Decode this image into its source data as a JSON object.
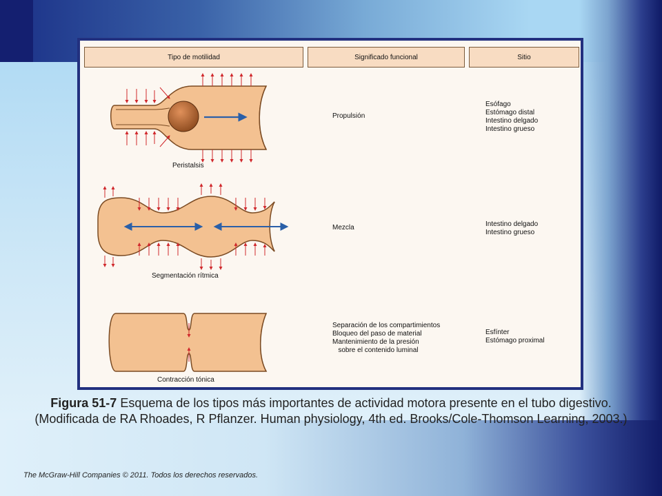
{
  "figure": {
    "headers": {
      "col1": "Tipo de motilidad",
      "col2": "Significado funcional",
      "col3": "Sitio"
    },
    "rows": [
      {
        "name": "Peristalsis",
        "function": "Propulsión",
        "sites": "Esófago\nEstómago distal\nIntestino delgado\nIntestino grueso"
      },
      {
        "name": "Segmentación rítmica",
        "function": "Mezcla",
        "sites": "Intestino delgado\nIntestino grueso"
      },
      {
        "name": "Contracción tónica",
        "function": "Separación de los compartimientos\nBloqueo del paso de material\nMantenimiento de la presión\n   sobre el contenido luminal",
        "sites": "Esfínter\nEstómago proximal"
      }
    ],
    "colors": {
      "tube_fill": "#f3c191",
      "tube_stroke": "#7a4a22",
      "arrow_red": "#d0282c",
      "arrow_blue": "#2a5fa8",
      "bolus": "#b5652e",
      "frame": "#22307f"
    }
  },
  "caption": {
    "figure_label": "Figura 51-7",
    "text": " Esquema de los tipos más importantes de actividad motora presente en el tubo digestivo. (Modificada de RA Rhoades, R Pflanzer. Human physiology, 4th ed. Brooks/Cole-Thomson Learning, 2003.)"
  },
  "footer": {
    "copyright": "The McGraw-Hill Companies © 2011. Todos los derechos reservados."
  }
}
